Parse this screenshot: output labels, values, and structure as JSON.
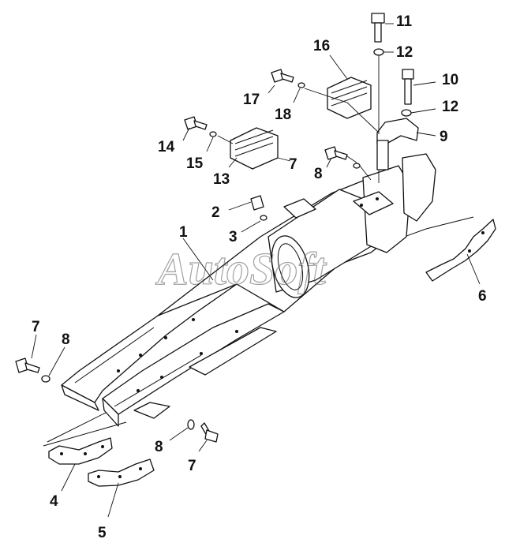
{
  "diagram": {
    "watermark": "AutoSoft",
    "callouts": [
      "1",
      "2",
      "3",
      "4",
      "5",
      "6",
      "7",
      "7",
      "7",
      "8",
      "8",
      "8",
      "9",
      "10",
      "11",
      "12",
      "12",
      "13",
      "14",
      "15",
      "16",
      "17",
      "18"
    ]
  },
  "colors": {
    "line": "#111111",
    "background": "#ffffff",
    "watermark": "#555555"
  }
}
